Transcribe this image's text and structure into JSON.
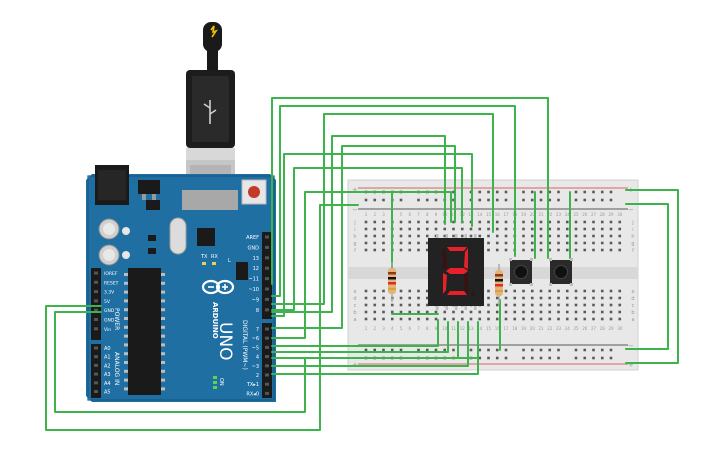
{
  "board": {
    "logo": "ARDUINO",
    "model": "UNO",
    "on_label": "ON",
    "tx_label": "TX",
    "rx_label": "RX",
    "l_label": "L",
    "reset_header_label": "IOREF",
    "power_labels": [
      "IOREF",
      "RESET",
      "3.3V",
      "5V",
      "GND",
      "GND",
      "Vin"
    ],
    "power_title": "POWER",
    "analog_labels": [
      "A0",
      "A1",
      "A2",
      "A3",
      "A4",
      "A5"
    ],
    "analog_title": "ANALOG IN",
    "digital_labels_top": [
      "AREF",
      "GND",
      "13",
      "12",
      "~11",
      "~10",
      "~9",
      "8"
    ],
    "digital_labels_bottom": [
      "7",
      "~6",
      "~5",
      "4",
      "~3",
      "2",
      "TX▸1",
      "RX◂0"
    ],
    "digital_title": "DIGITAL (PWM~)"
  },
  "breadboard": {
    "row_letters_top": [
      "j",
      "i",
      "h",
      "g",
      "f"
    ],
    "row_letters_bottom": [
      "e",
      "d",
      "c",
      "b",
      "a"
    ],
    "column_numbers": [
      "1",
      "2",
      "3",
      "4",
      "5",
      "6",
      "7",
      "8",
      "9",
      "10",
      "11",
      "12",
      "13",
      "14",
      "15",
      "16",
      "17",
      "18",
      "19",
      "20",
      "21",
      "22",
      "23",
      "24",
      "25",
      "26",
      "27",
      "28",
      "29",
      "30"
    ],
    "rail_plus": "+",
    "rail_minus": "−"
  },
  "display": {
    "digit": "2"
  },
  "colors": {
    "wire": "#3cb44b",
    "board": "#1f6fa3",
    "board_dark": "#175a86",
    "breadboard": "#e8e8e8",
    "segment_on": "#e8202a",
    "segment_off": "#3a1010"
  }
}
